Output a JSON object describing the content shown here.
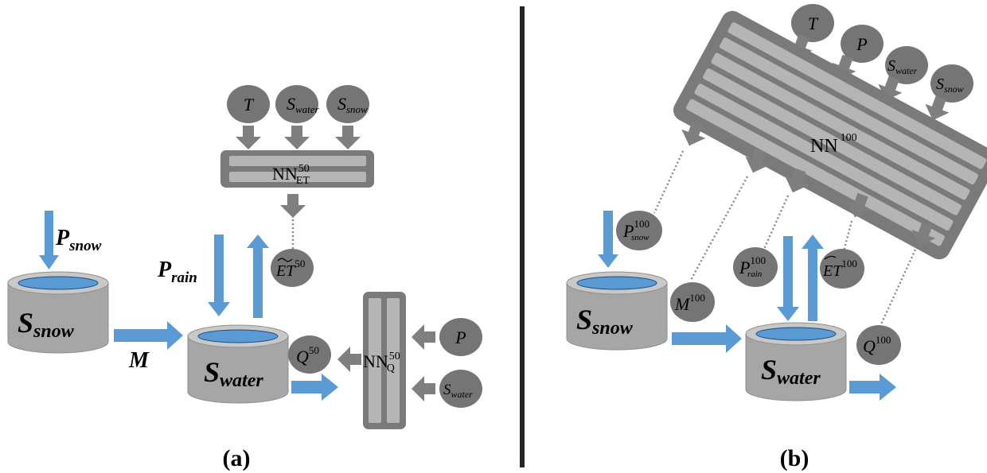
{
  "panel_a": {
    "caption": "(a)",
    "tank_snow": {
      "main": "S",
      "sub": "snow"
    },
    "tank_water": {
      "main": "S",
      "sub": "water"
    },
    "flux_psnow": {
      "main": "P",
      "sub": "snow"
    },
    "flux_prain": {
      "main": "P",
      "sub": "rain"
    },
    "flux_melt": "M",
    "nn_et": {
      "main": "NN",
      "sub": "ET",
      "sup": "50"
    },
    "nn_q": {
      "main": "NN",
      "sub": "Q",
      "sup": "50"
    },
    "inputs_et": [
      {
        "main": "T",
        "sub": ""
      },
      {
        "main": "S",
        "sub": "water"
      },
      {
        "main": "S",
        "sub": "snow"
      }
    ],
    "inputs_q": [
      {
        "main": "P",
        "sub": ""
      },
      {
        "main": "S",
        "sub": "water"
      }
    ],
    "out_et": {
      "main": "ET",
      "sup": "50"
    },
    "out_q": {
      "main": "Q",
      "sup": "50"
    }
  },
  "panel_b": {
    "caption": "(b)",
    "tank_snow": {
      "main": "S",
      "sub": "snow"
    },
    "tank_water": {
      "main": "S",
      "sub": "water"
    },
    "nn": {
      "main": "NN",
      "sup": "100"
    },
    "inputs": [
      {
        "main": "T",
        "sub": ""
      },
      {
        "main": "P",
        "sub": ""
      },
      {
        "main": "S",
        "sub": "water"
      },
      {
        "main": "S",
        "sub": "snow"
      }
    ],
    "out_psnow": {
      "main": "P",
      "sub": "snow",
      "sup": "100"
    },
    "out_melt": {
      "main": "M",
      "sup": "100"
    },
    "out_prain": {
      "main": "P",
      "sub": "rain",
      "sup": "100"
    },
    "out_et": {
      "main": "ET",
      "sup": "100"
    },
    "out_q": {
      "main": "Q",
      "sup": "100"
    }
  },
  "colors": {
    "gray_node": "#757575",
    "nn_frame": "#7a7a7a",
    "nn_bar": "#b5b5b5",
    "tank_body": "#a6a6a6",
    "tank_top": "#c8c8c8",
    "water": "#5b9bd5",
    "flow_arrow": "#5b9bd5",
    "gray_arrow": "#7f7f7f",
    "divider": "#262626"
  }
}
